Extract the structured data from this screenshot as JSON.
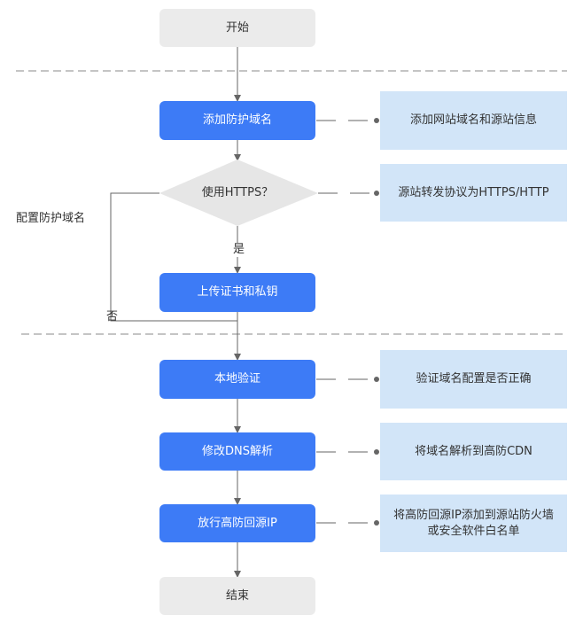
{
  "nodes": {
    "start": "开始",
    "add_domain": "添加防护域名",
    "use_https": "使用HTTPS？",
    "upload_cert": "上传证书和私钥",
    "local_verify": "本地验证",
    "modify_dns": "修改DNS解析",
    "allow_ip": "放行高防回源IP",
    "end": "结束"
  },
  "notes": {
    "add_domain_note": "添加网站域名和源站信息",
    "https_note": "源站转发协议为HTTPS/HTTP",
    "verify_note": "验证域名配置是否正确",
    "dns_note": "将域名解析到高防CDN",
    "ip_note_line1": "将高防回源IP添加到源站防火墙",
    "ip_note_line2": "或安全软件白名单"
  },
  "labels": {
    "section": "配置防护域名",
    "yes": "是",
    "no": "否"
  },
  "colors": {
    "primary_blue": "#3d7bf6",
    "node_gray": "#ebebeb",
    "note_blue": "#d2e5f8",
    "line_gray": "#666666"
  }
}
